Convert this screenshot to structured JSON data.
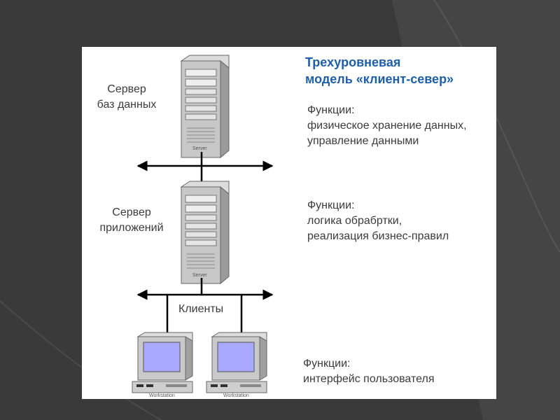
{
  "title": [
    "Трехуровневая",
    "модель «клиент-север»"
  ],
  "tiers": {
    "db_server": [
      "Сервер",
      "баз данных"
    ],
    "app_server": [
      "Сервер",
      "приложений"
    ],
    "clients": "Клиенты"
  },
  "functions": {
    "db": [
      "Функции:",
      "физическое хранение данных,",
      "управление данными"
    ],
    "app": [
      "Функции:",
      "логика обрабртки,",
      "реализация бизнес-правил"
    ],
    "client": [
      "Функции:",
      "интерфейс пользователя"
    ]
  },
  "device_labels": {
    "server": "Server",
    "workstation": "Workstation"
  },
  "colors": {
    "title": "#1f5fa8",
    "text": "#3b3b3b",
    "line": "#000000",
    "screen": "#a9a9ff"
  }
}
